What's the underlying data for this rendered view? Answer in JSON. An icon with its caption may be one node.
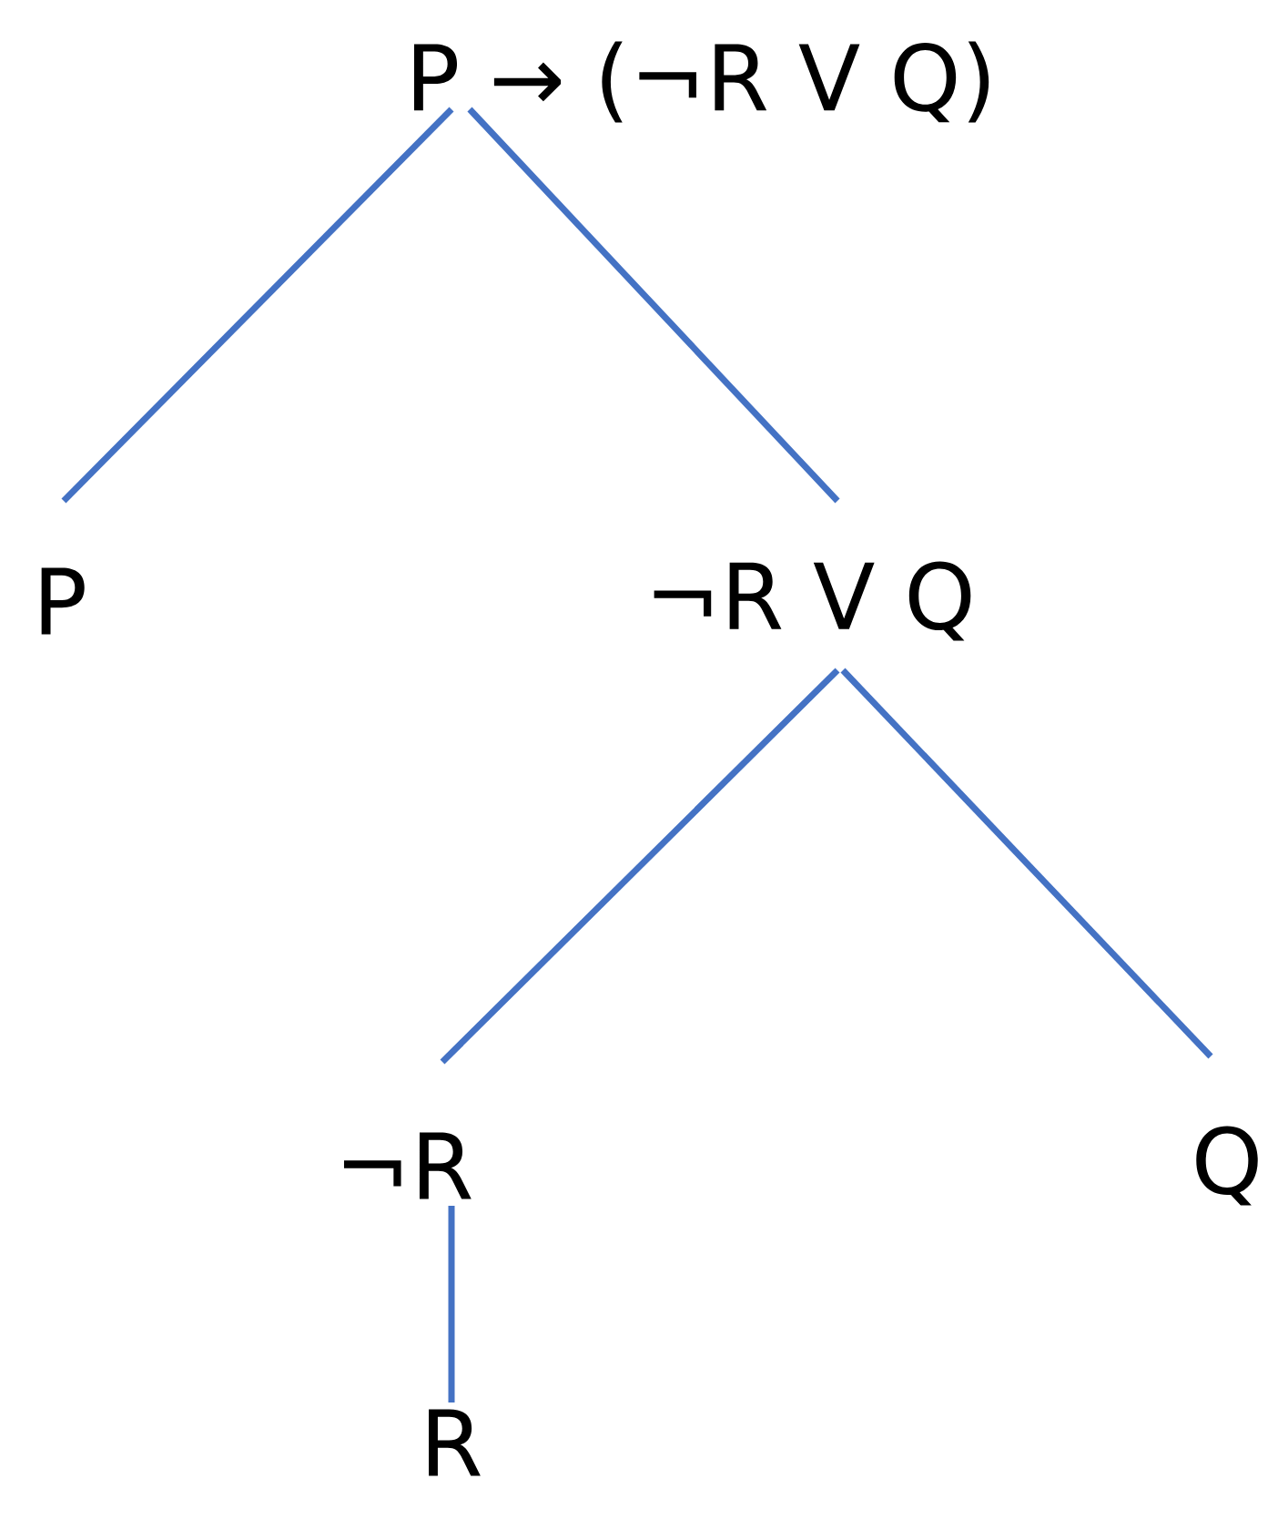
{
  "diagram": {
    "nodes": [
      {
        "text": [
          "P → (¬R V Q)"
        ]
      },
      {
        "text": [
          "P"
        ]
      },
      {
        "text": [
          "¬R V Q"
        ]
      },
      {
        "text": [
          "¬R"
        ]
      },
      {
        "text": [
          "Q"
        ]
      },
      {
        "text": [
          "R"
        ]
      }
    ],
    "edges": [
      {
        "from": 0,
        "to": 1,
        "arrow": "none"
      },
      {
        "from": 0,
        "to": 2,
        "arrow": "none"
      },
      {
        "from": 2,
        "to": 3,
        "arrow": "none"
      },
      {
        "from": 2,
        "to": 4,
        "arrow": "none"
      },
      {
        "from": 3,
        "to": 5,
        "arrow": "none"
      }
    ]
  }
}
